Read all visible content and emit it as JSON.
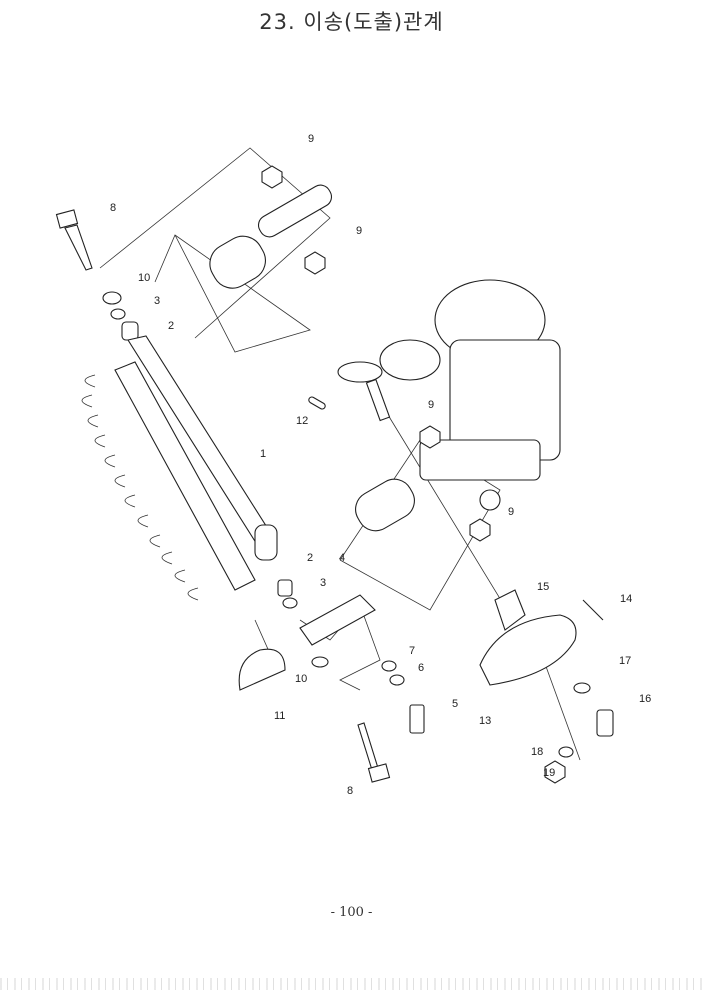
{
  "title": "23. 이송(도출)관계",
  "page_number": "- 100 -",
  "part_labels": [
    "9",
    "8",
    "9",
    "10",
    "3",
    "2",
    "12",
    "9",
    "1",
    "9",
    "2",
    "4",
    "3",
    "15",
    "14",
    "11",
    "10",
    "7",
    "6",
    "17",
    "16",
    "5",
    "13",
    "18",
    "19",
    "8"
  ]
}
